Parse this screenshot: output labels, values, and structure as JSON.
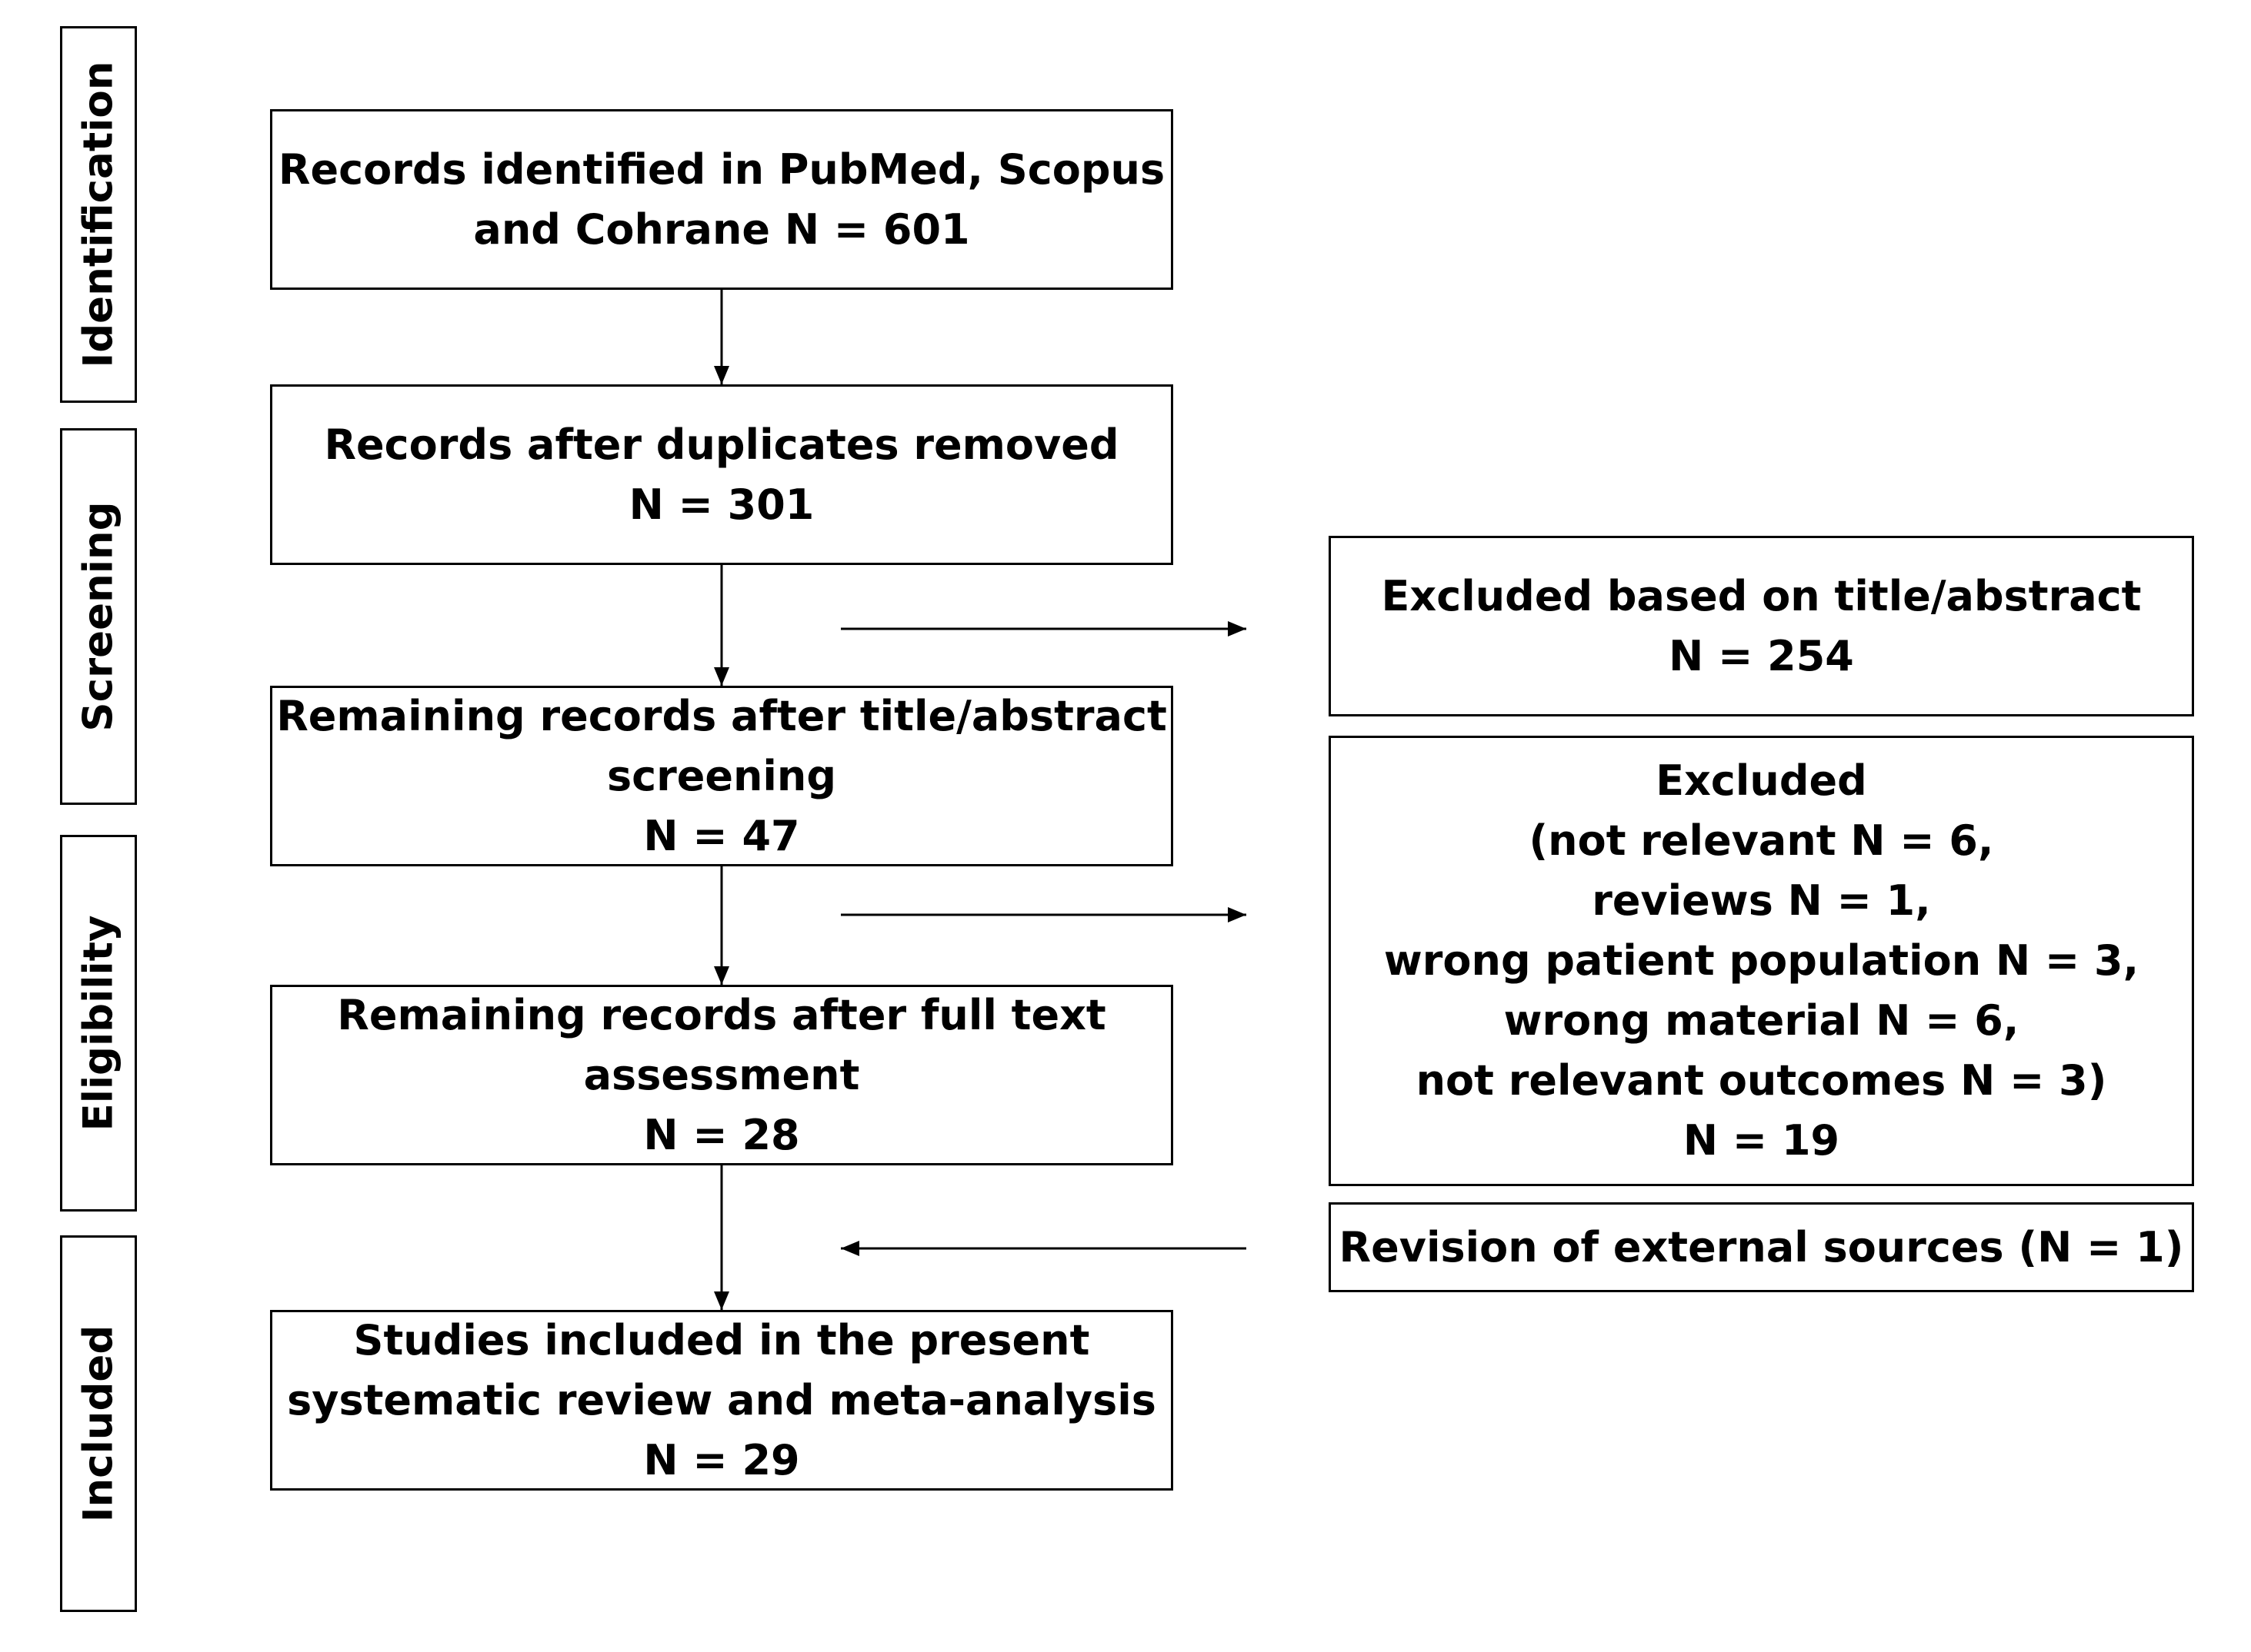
{
  "phases": {
    "identification": "Identification",
    "screening": "Screening",
    "eligibility": "Eligibility",
    "included": "Included"
  },
  "boxes": {
    "identified": {
      "line1": "Records identified in PubMed, Scopus",
      "line2": "and Cohrane N = 601"
    },
    "duplicates_removed": {
      "line1": "Records after duplicates removed",
      "line2": "N = 301"
    },
    "after_title_abstract": {
      "line1": "Remaining records after title/abstract",
      "line2": "screening",
      "line3": "N = 47"
    },
    "after_full_text": {
      "line1": "Remaining records after full text",
      "line2": "assessment",
      "line3": "N = 28"
    },
    "included_studies": {
      "line1": "Studies included in the present",
      "line2": "systematic review and meta-analysis",
      "line3": "N = 29"
    },
    "excluded_title_abstract": {
      "line1": "Excluded based on title/abstract",
      "line2": "N = 254"
    },
    "excluded_full_text": {
      "line1": "Excluded",
      "line2": "(not relevant N = 6,",
      "line3": "reviews N = 1,",
      "line4": "wrong patient population N = 3,",
      "line5": "wrong material N = 6,",
      "line6": "not relevant outcomes N = 3)",
      "line7": "N = 19"
    },
    "external_sources": {
      "line1": "Revision of external sources (N = 1)"
    }
  }
}
